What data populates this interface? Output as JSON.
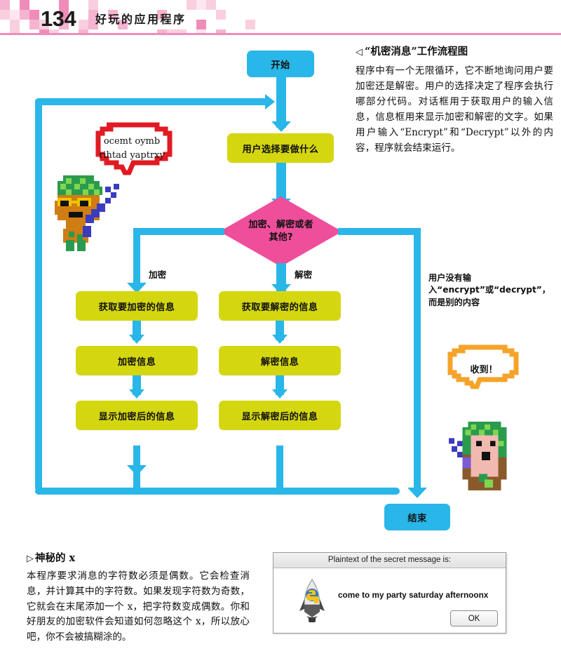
{
  "header": {
    "page_number": "134",
    "title": "好玩的应用程序",
    "accent_color": "#f08cba"
  },
  "sidebar_note": {
    "marker": "◁",
    "heading": "“机密消息”工作流程图",
    "body": "程序中有一个无限循环，它不断地询问用户要加密还是解密。用户的选择决定了程序会执行哪部分代码。对话框用于获取用户的输入信息，信息框用来显示加密和解密的文字。如果用户输入“Encrypt”和“Decrypt”以外的内容，程序就会结束运行。"
  },
  "loop_note": {
    "text": "用户没有输入“encrypt”或“decrypt”，而是别的内容"
  },
  "flowchart": {
    "colors": {
      "terminal": "#29b6e8",
      "process": "#d4d70f",
      "decision": "#ef4e9b",
      "connector": "#29b6e8"
    },
    "start": "开始",
    "ask": "用户选择要做什么",
    "decision_line1": "加密、解密或者",
    "decision_line2": "其他?",
    "branch_left": "加密",
    "branch_right": "解密",
    "left_steps": [
      "获取要加密的信息",
      "加密信息",
      "显示加密后的信息"
    ],
    "right_steps": [
      "获取要解密的信息",
      "解密信息",
      "显示解密后的信息"
    ],
    "end": "结束"
  },
  "bubbles": {
    "red": {
      "line1": "ocemt  oymb",
      "line2": "rihtad yaptrxy",
      "color": "#e01b24"
    },
    "orange": {
      "text": "收到！",
      "color": "#f5a32a"
    }
  },
  "bottom_note": {
    "marker": "▷",
    "heading": "神秘的 x",
    "body": "本程序要求消息的字符数必须是偶数。它会检查消息，并计算其中的字符数。如果发现字符数为奇数，它就会在末尾添加一个 x，把字符数变成偶数。你和好朋友的加密软件会知道如何忽略这个 x，所以放心吧，你不会被搞糊涂的。"
  },
  "dialog": {
    "title": "Plaintext of the secret message is:",
    "message": "come to my party saturday afternoonx",
    "ok_label": "OK",
    "icon": "python-rocket-icon"
  }
}
